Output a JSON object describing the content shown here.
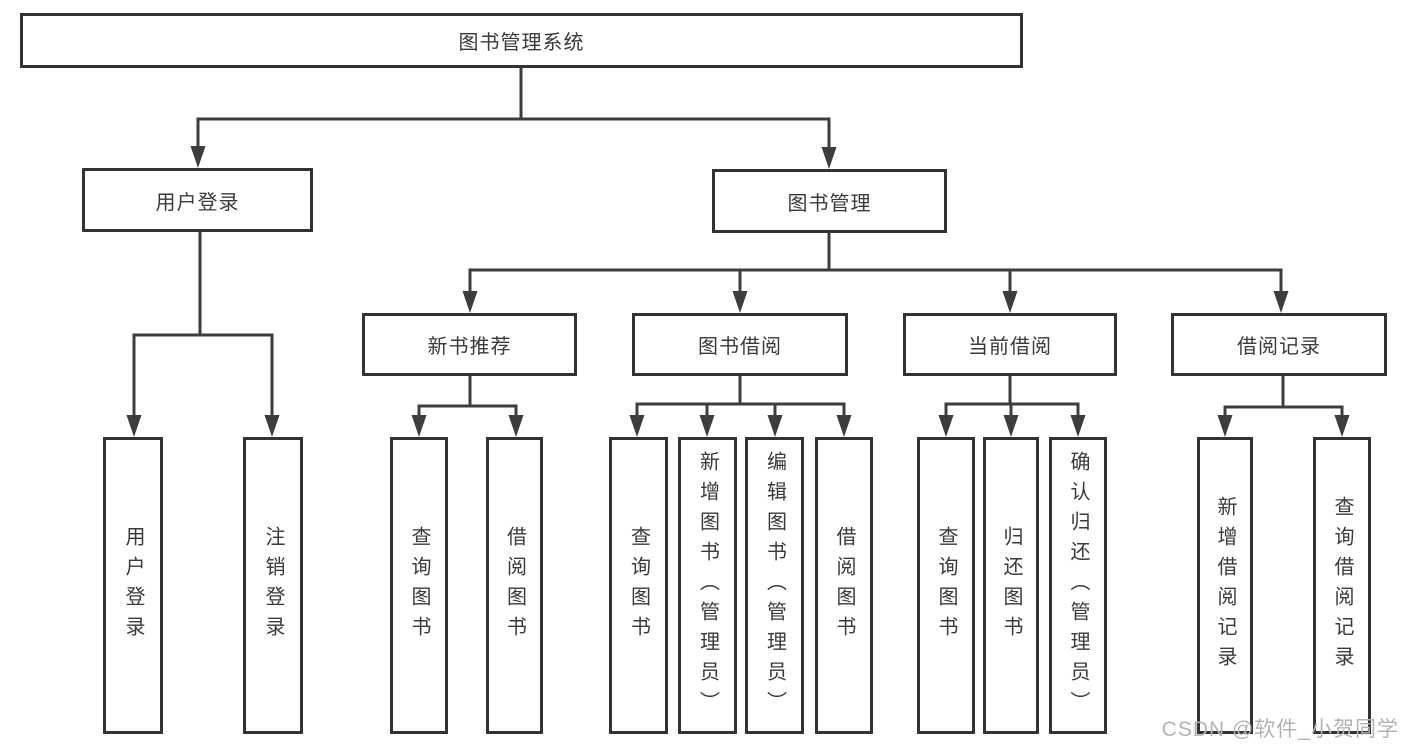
{
  "diagram": {
    "title": "图书管理系统",
    "root": {
      "label": "图书管理系统"
    },
    "level2": [
      {
        "label": "用户登录"
      },
      {
        "label": "图书管理"
      }
    ],
    "level3": [
      {
        "label": "新书推荐"
      },
      {
        "label": "图书借阅"
      },
      {
        "label": "当前借阅"
      },
      {
        "label": "借阅记录"
      }
    ],
    "leaves": [
      "用户登录",
      "注销登录",
      "查询图书",
      "借阅图书",
      "查询图书",
      "新增图书（管理员）",
      "编辑图书（管理员）",
      "借阅图书",
      "查询图书",
      "归还图书",
      "确认归还（管理员）",
      "新增借阅记录",
      "查询借阅记录"
    ]
  },
  "watermark": "CSDN @软件_小贺同学",
  "colors": {
    "line": "#3d3d3d",
    "border": "#333333",
    "text": "#3a3a3a",
    "watermark": "#b3b3b3"
  }
}
